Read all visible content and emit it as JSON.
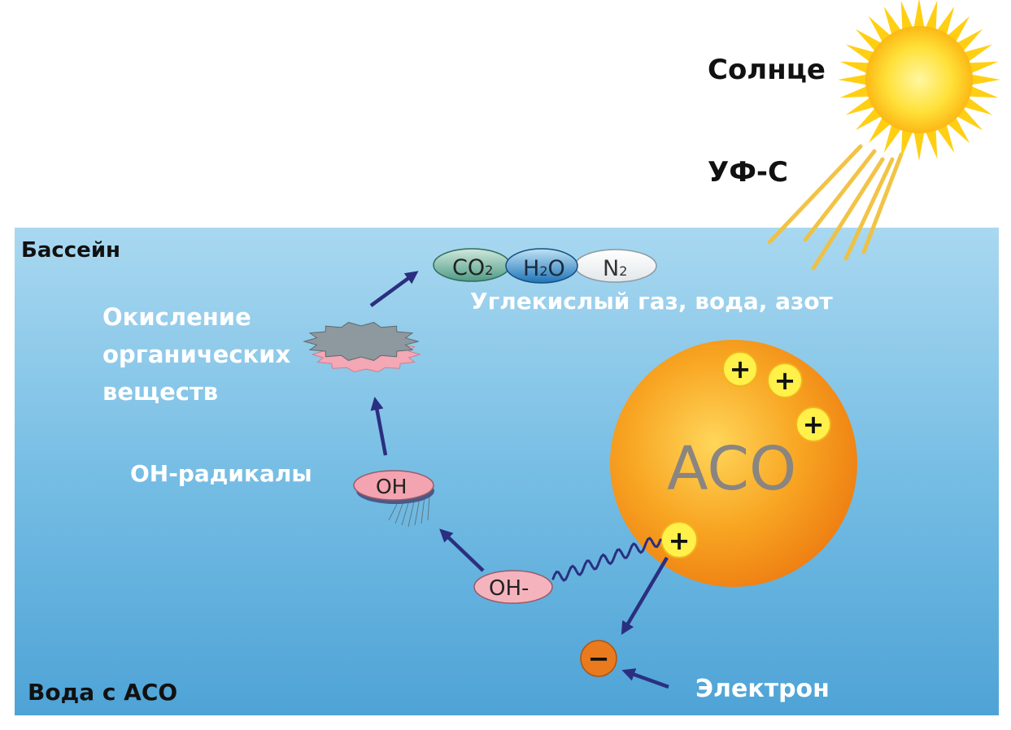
{
  "labels": {
    "sun": "Солнце",
    "uv": "УФ-С",
    "pool": "Бассейн",
    "water": "Вода с АСО",
    "products": "Углекислый газ, вода, азот",
    "oxidation": [
      "Окисление",
      "органических",
      "веществ"
    ],
    "oh_radicals": "OH-радикалы",
    "electron": "Электрон"
  },
  "molecules": {
    "co2": "CO",
    "co2_sub": "2",
    "h2o_h": "H",
    "h2o_sub": "2",
    "h2o_o": "O",
    "n2": "N",
    "n2_sub": "2"
  },
  "particle": {
    "name": "ACO"
  },
  "ions": {
    "oh_radical": "OH",
    "oh_minus": "OH-",
    "plus": "+",
    "minus": "−"
  },
  "colors": {
    "sky": "#ffffff",
    "water_top": "#a7d6ef",
    "water_bottom": "#4fa4d6",
    "sun": "#ffd21a",
    "sun_ray": "#f5c341",
    "particle": "#f5a21b",
    "hole": "#fff04a",
    "ion": "#f3a8b2",
    "arrow": "#2b2f80",
    "electron": "#ea7a1e"
  }
}
